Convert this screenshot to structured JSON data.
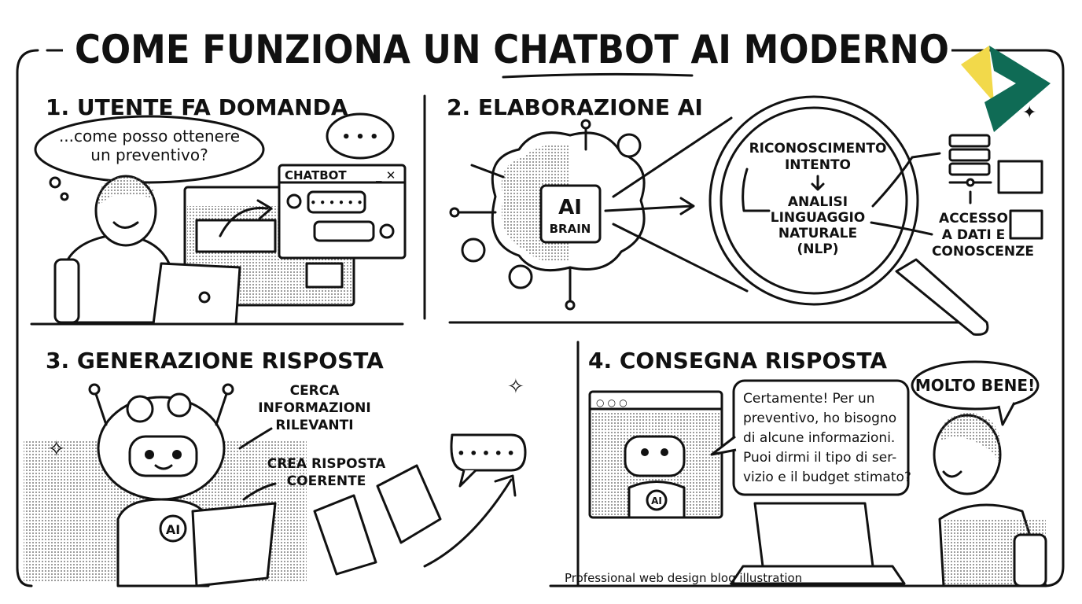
{
  "title": {
    "prefix": "COME FUNZIONA UN ",
    "highlight": "CHATBOT",
    "suffix": " AI MODERNO"
  },
  "panels": [
    {
      "heading": "1. UTENTE FA DOMANDA",
      "user_bubble": [
        "...come posso ottenere",
        "un preventivo?"
      ],
      "typing_bubble": "• • •",
      "chat_window_title": "CHATBOT",
      "chat_typing": "• • • • • •"
    },
    {
      "heading": "2. ELABORAZIONE AI",
      "brain_label": [
        "AI",
        "BRAIN"
      ],
      "step_1": [
        "RICONOSCIMENTO",
        "INTENTO"
      ],
      "step_2": [
        "ANALISI",
        "LINGUAGGIO",
        "NATURALE",
        "(NLP)"
      ],
      "data_access": [
        "ACCESSO",
        "A DATI E",
        "CONOSCENZE"
      ]
    },
    {
      "heading": "3. GENERAZIONE RISPOSTA",
      "note_1": [
        "CERCA",
        "INFORMAZIONI",
        "RILEVANTI"
      ],
      "note_2": [
        "CREA RISPOSTA",
        "COERENTE"
      ],
      "robot_badge": "AI",
      "typing_bubble": "• • • • •"
    },
    {
      "heading": "4. CONSEGNA RISPOSTA",
      "bot_reply": [
        "Certamente! Per un",
        "preventivo, ho bisogno",
        "di alcune informazioni.",
        "Puoi dirmi il tipo di ser-",
        "vizio e il budget stimato?"
      ],
      "user_reply": "MOLTO BENE!",
      "robot_badge": "AI"
    }
  ],
  "caption": "Professional web design blog illustration",
  "logo": {
    "colors": {
      "yellow": "#f2d94a",
      "green": "#0f6b55"
    }
  }
}
